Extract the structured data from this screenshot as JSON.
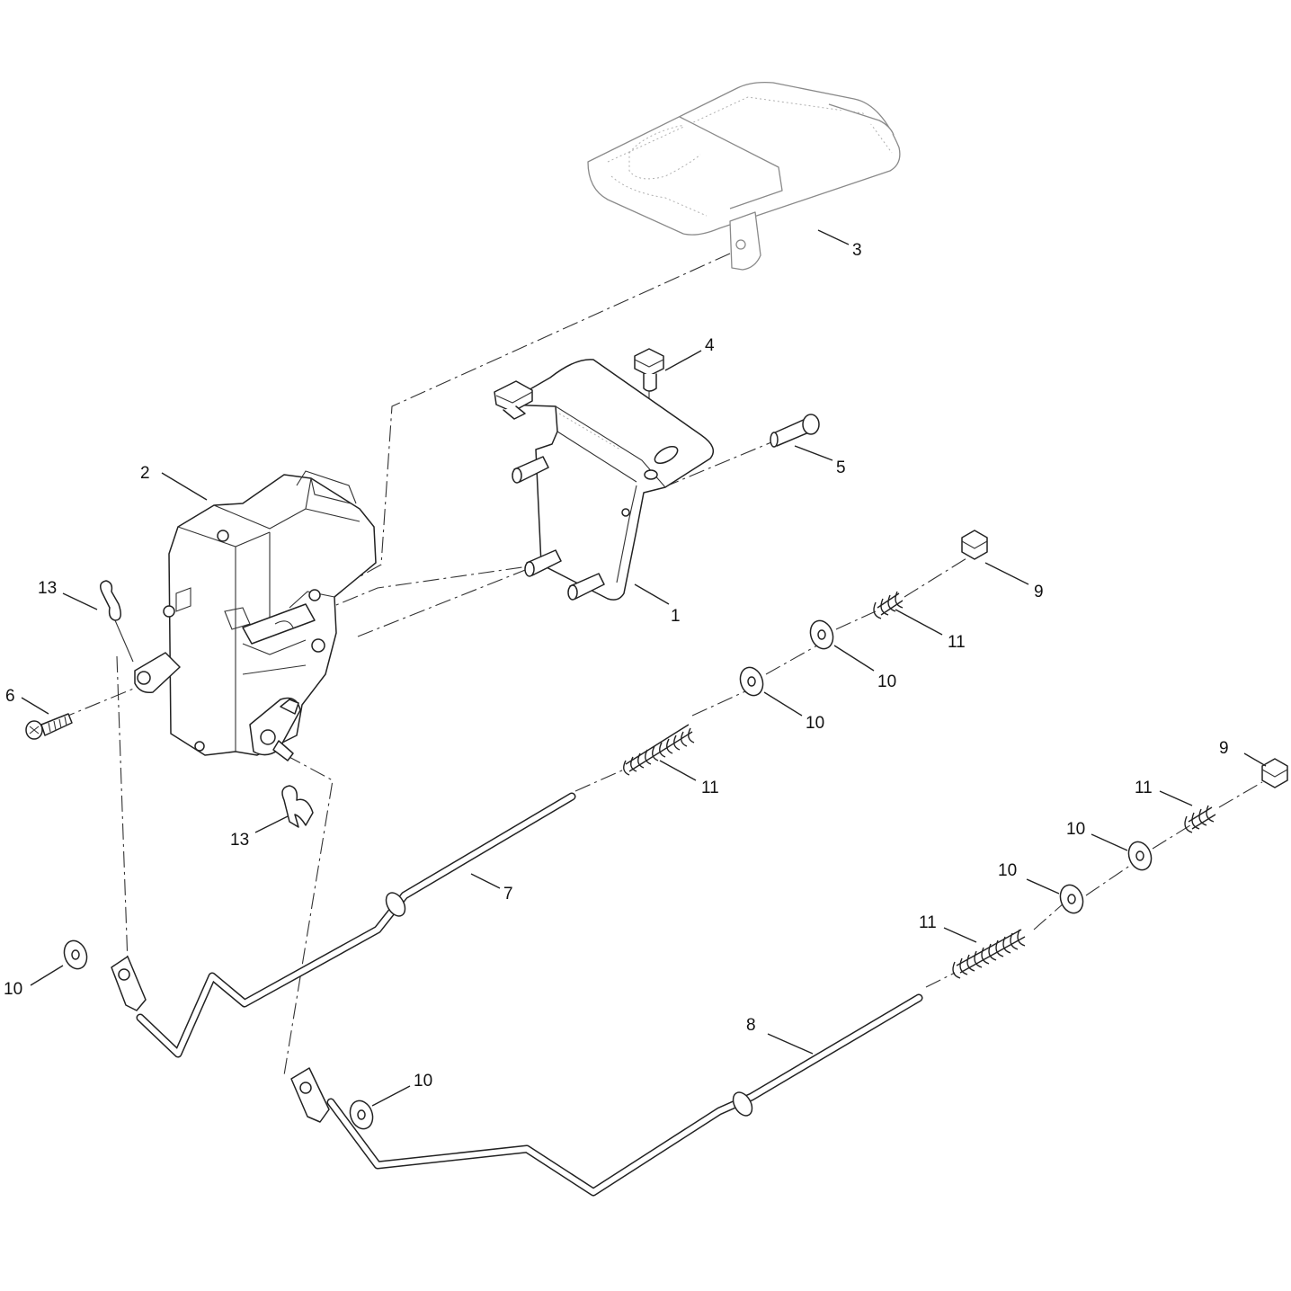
{
  "callouts": {
    "c1": "1",
    "c2": "2",
    "c3": "3",
    "c4": "4",
    "c5": "5",
    "c6": "6",
    "c7": "7",
    "c8": "8",
    "c9a": "9",
    "c9b": "9",
    "c10a": "10",
    "c10b": "10",
    "c10c": "10",
    "c10d": "10",
    "c10e": "10",
    "c10f": "10",
    "c11a": "11",
    "c11b": "11",
    "c11c": "11",
    "c11d": "11",
    "c13a": "13",
    "c13b": "13"
  },
  "colors": {
    "line": "#222222",
    "phantom_part": "#8a8a8a",
    "background": "#ffffff"
  }
}
